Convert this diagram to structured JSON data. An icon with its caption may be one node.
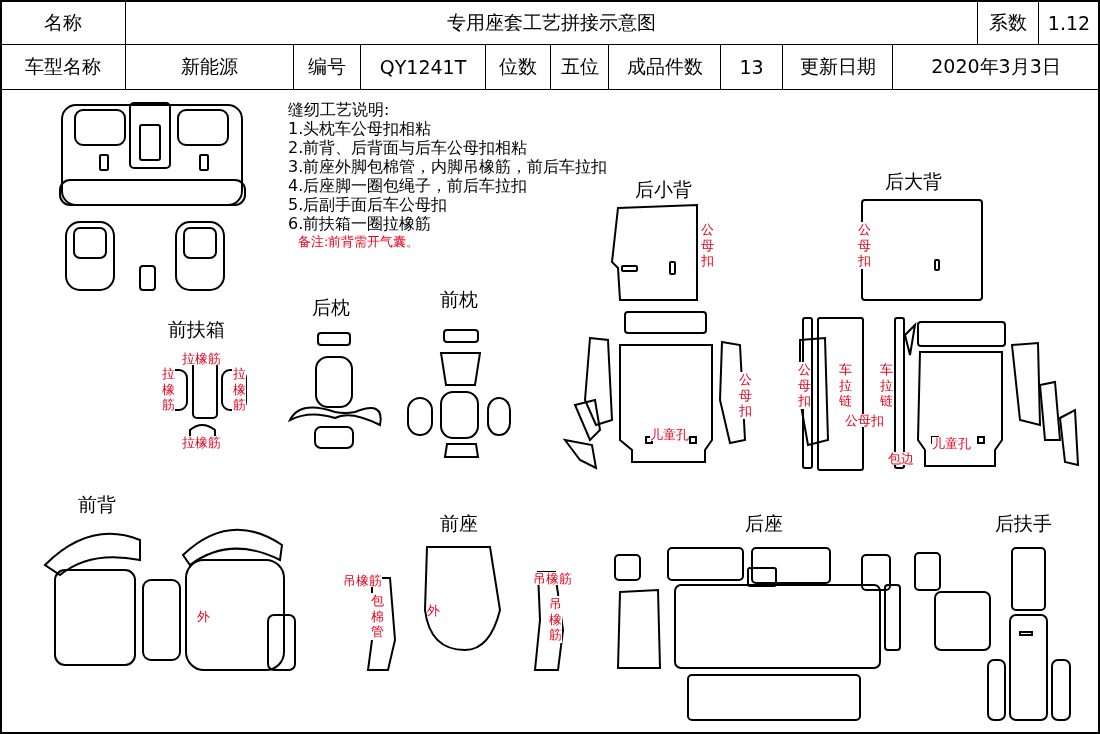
{
  "diagram": {
    "title": "专用座套工艺拼接示意图",
    "labels": [
      "名称",
      "系数",
      "1.12",
      "车型名称",
      "新能源",
      "编号",
      "QY1241T",
      "位数",
      "五位",
      "成品件数",
      "13",
      "更新日期",
      "2020年3月3日",
      "缝纫工艺说明:",
      "1.头枕车公母扣相粘",
      "2.前背、后背面与后车公母扣相粘",
      "3.前座外脚包棉管，内脚吊橡筋，前后车拉扣",
      "4.后座脚一圈包绳子，前后车拉扣",
      "5.后副手面后车公母扣",
      "6.前扶箱一圈拉橡筋",
      "备注:前背需开气囊。",
      "后小背",
      "后大背",
      "前扶箱",
      "后枕",
      "前枕",
      "前背",
      "前座",
      "后座",
      "后扶手",
      "公母扣",
      "公母扣",
      "拉橡筋",
      "拉橡筋",
      "拉橡筋",
      "拉橡筋",
      "公母扣",
      "儿童孔",
      "公母扣",
      "车拉链",
      "车拉链",
      "公母扣",
      "包边",
      "儿童孔",
      "外",
      "吊橡筋",
      "包棉管",
      "外",
      "吊橡筋",
      "吊橡筋"
    ]
  }
}
